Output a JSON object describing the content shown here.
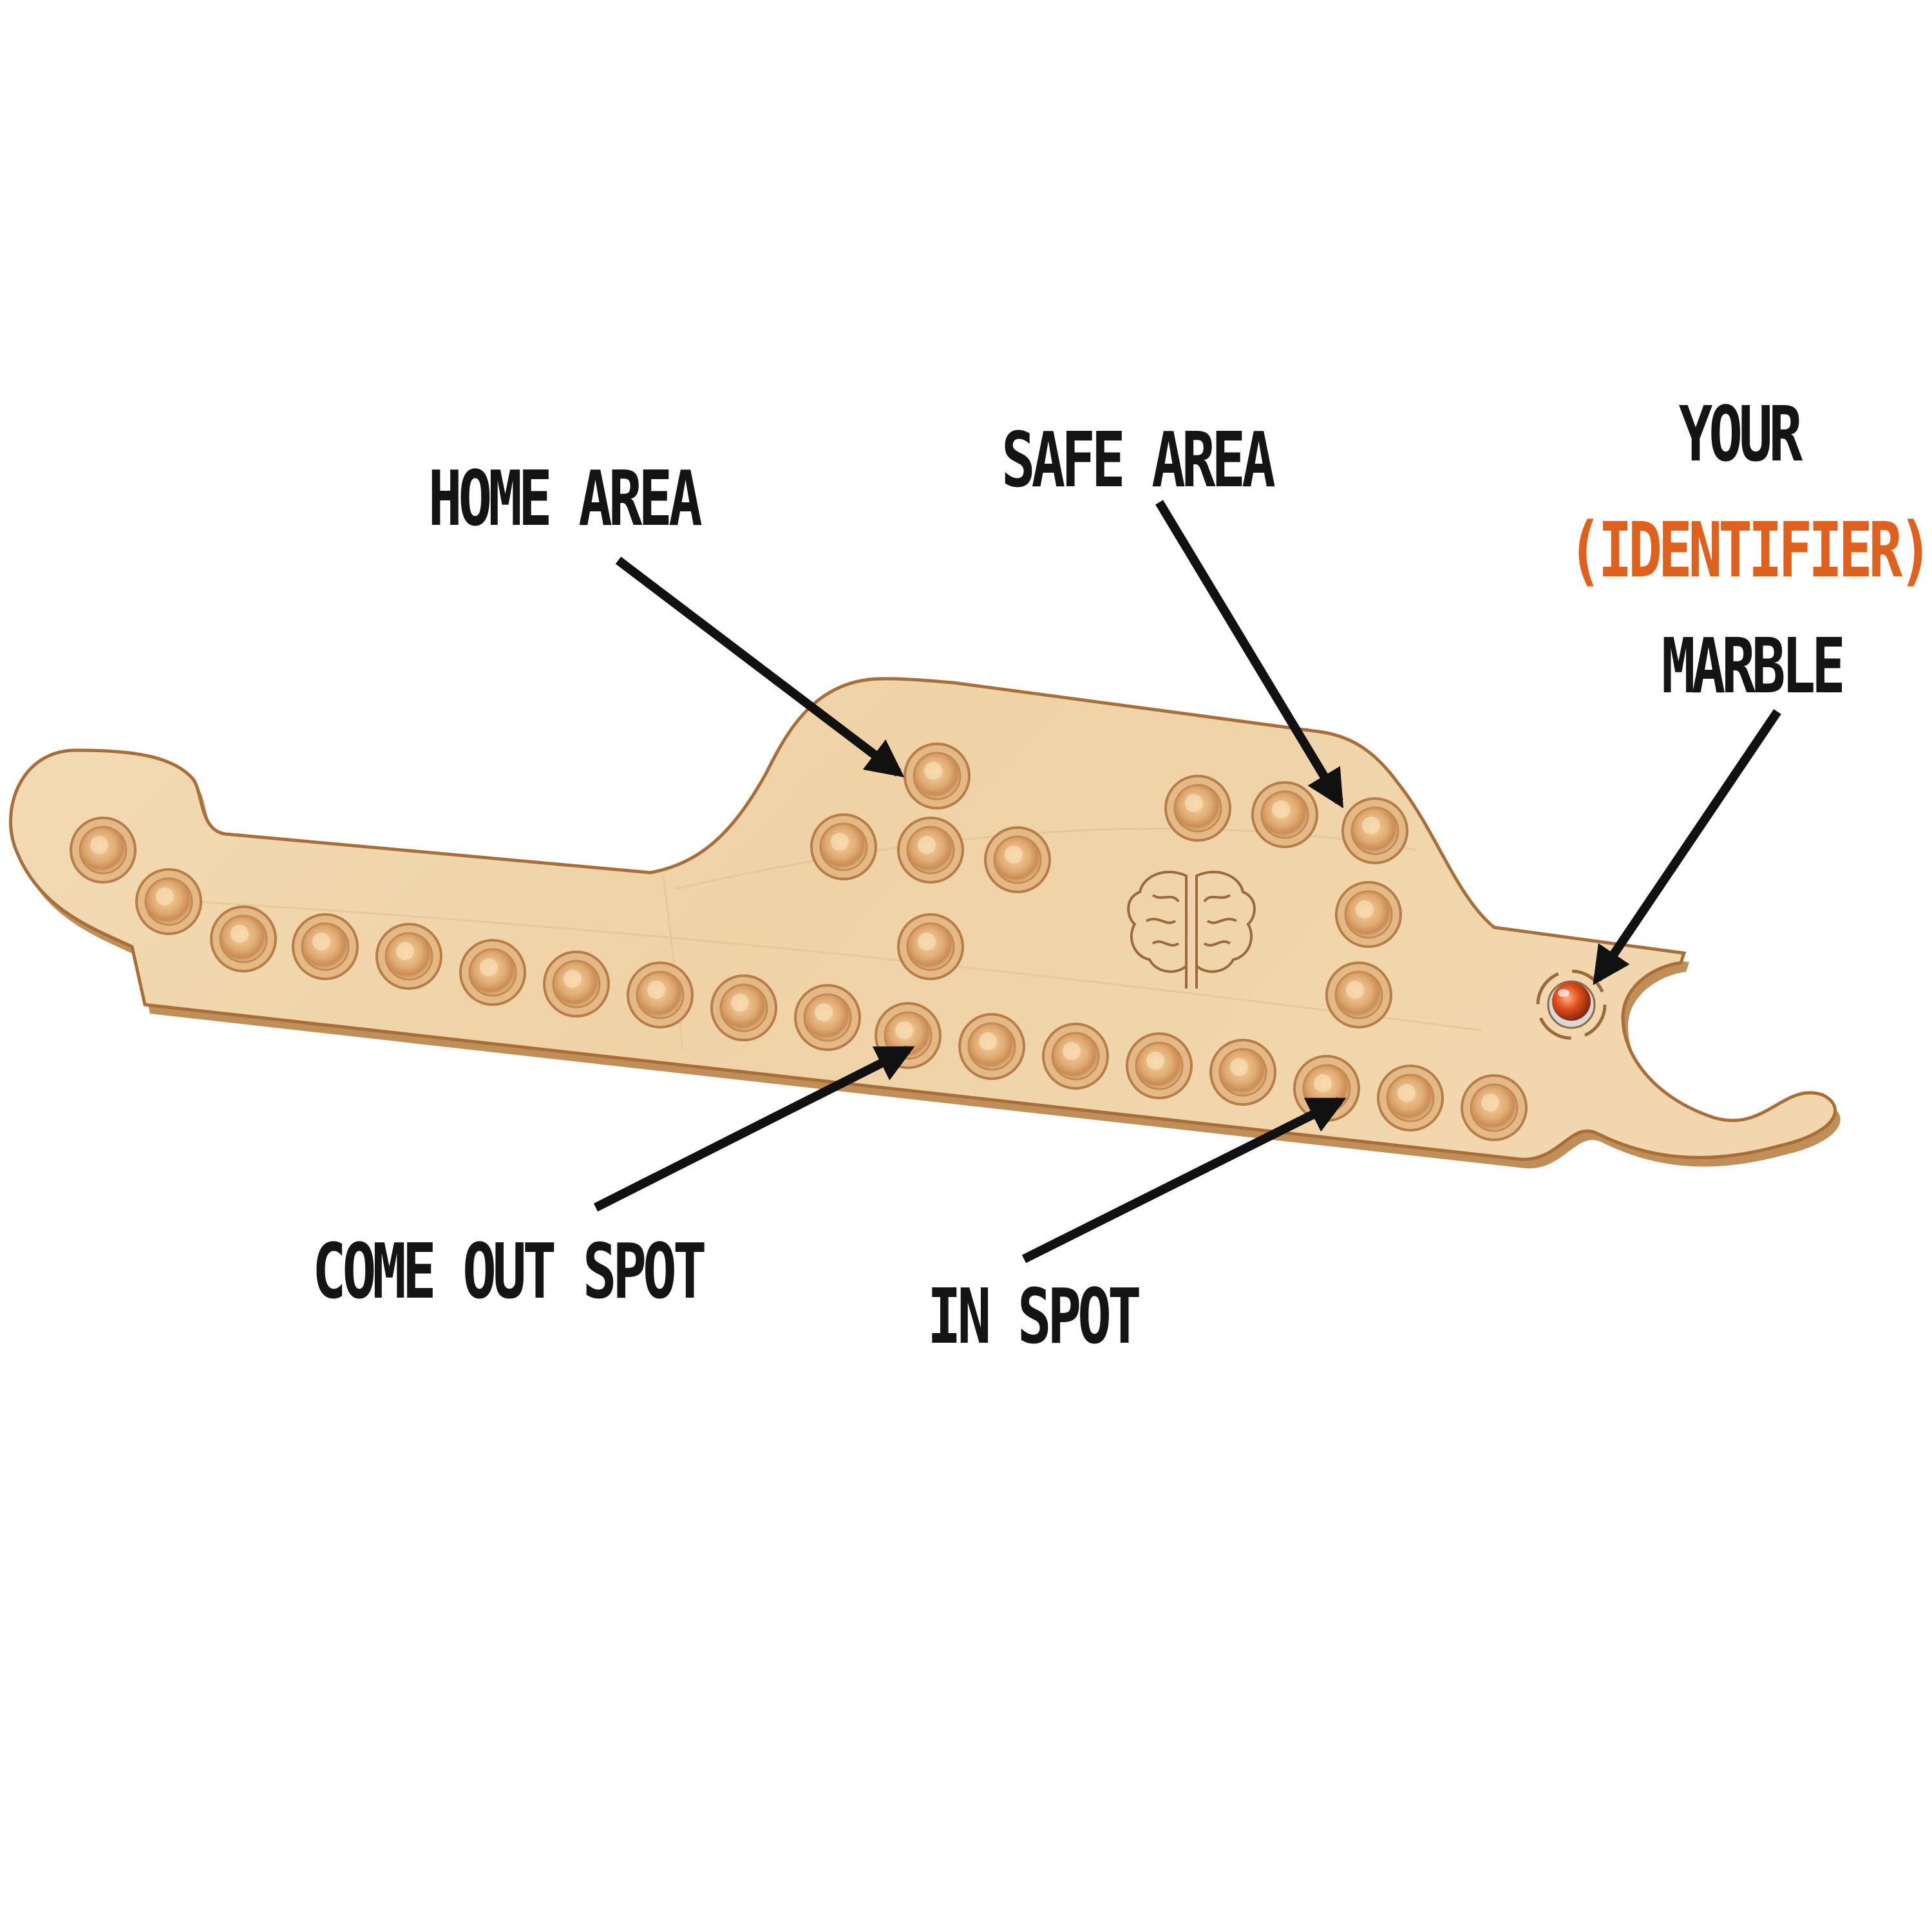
{
  "labels": {
    "home_area": "HOME AREA",
    "safe_area": "SAFE AREA",
    "your": "YOUR",
    "identifier": "(IDENTIFIER)",
    "marble": "MARBLE",
    "come_out_spot": "COME OUT SPOT",
    "in_spot": "IN SPOT"
  },
  "colors": {
    "text": "#141414",
    "accent": "#e0611e",
    "wood": "#f0d3a8",
    "wood_edge": "#b07a45",
    "hole": "#e2b07a",
    "marble": "#d9451a"
  },
  "icons": {
    "engraving": "brain-icon"
  }
}
